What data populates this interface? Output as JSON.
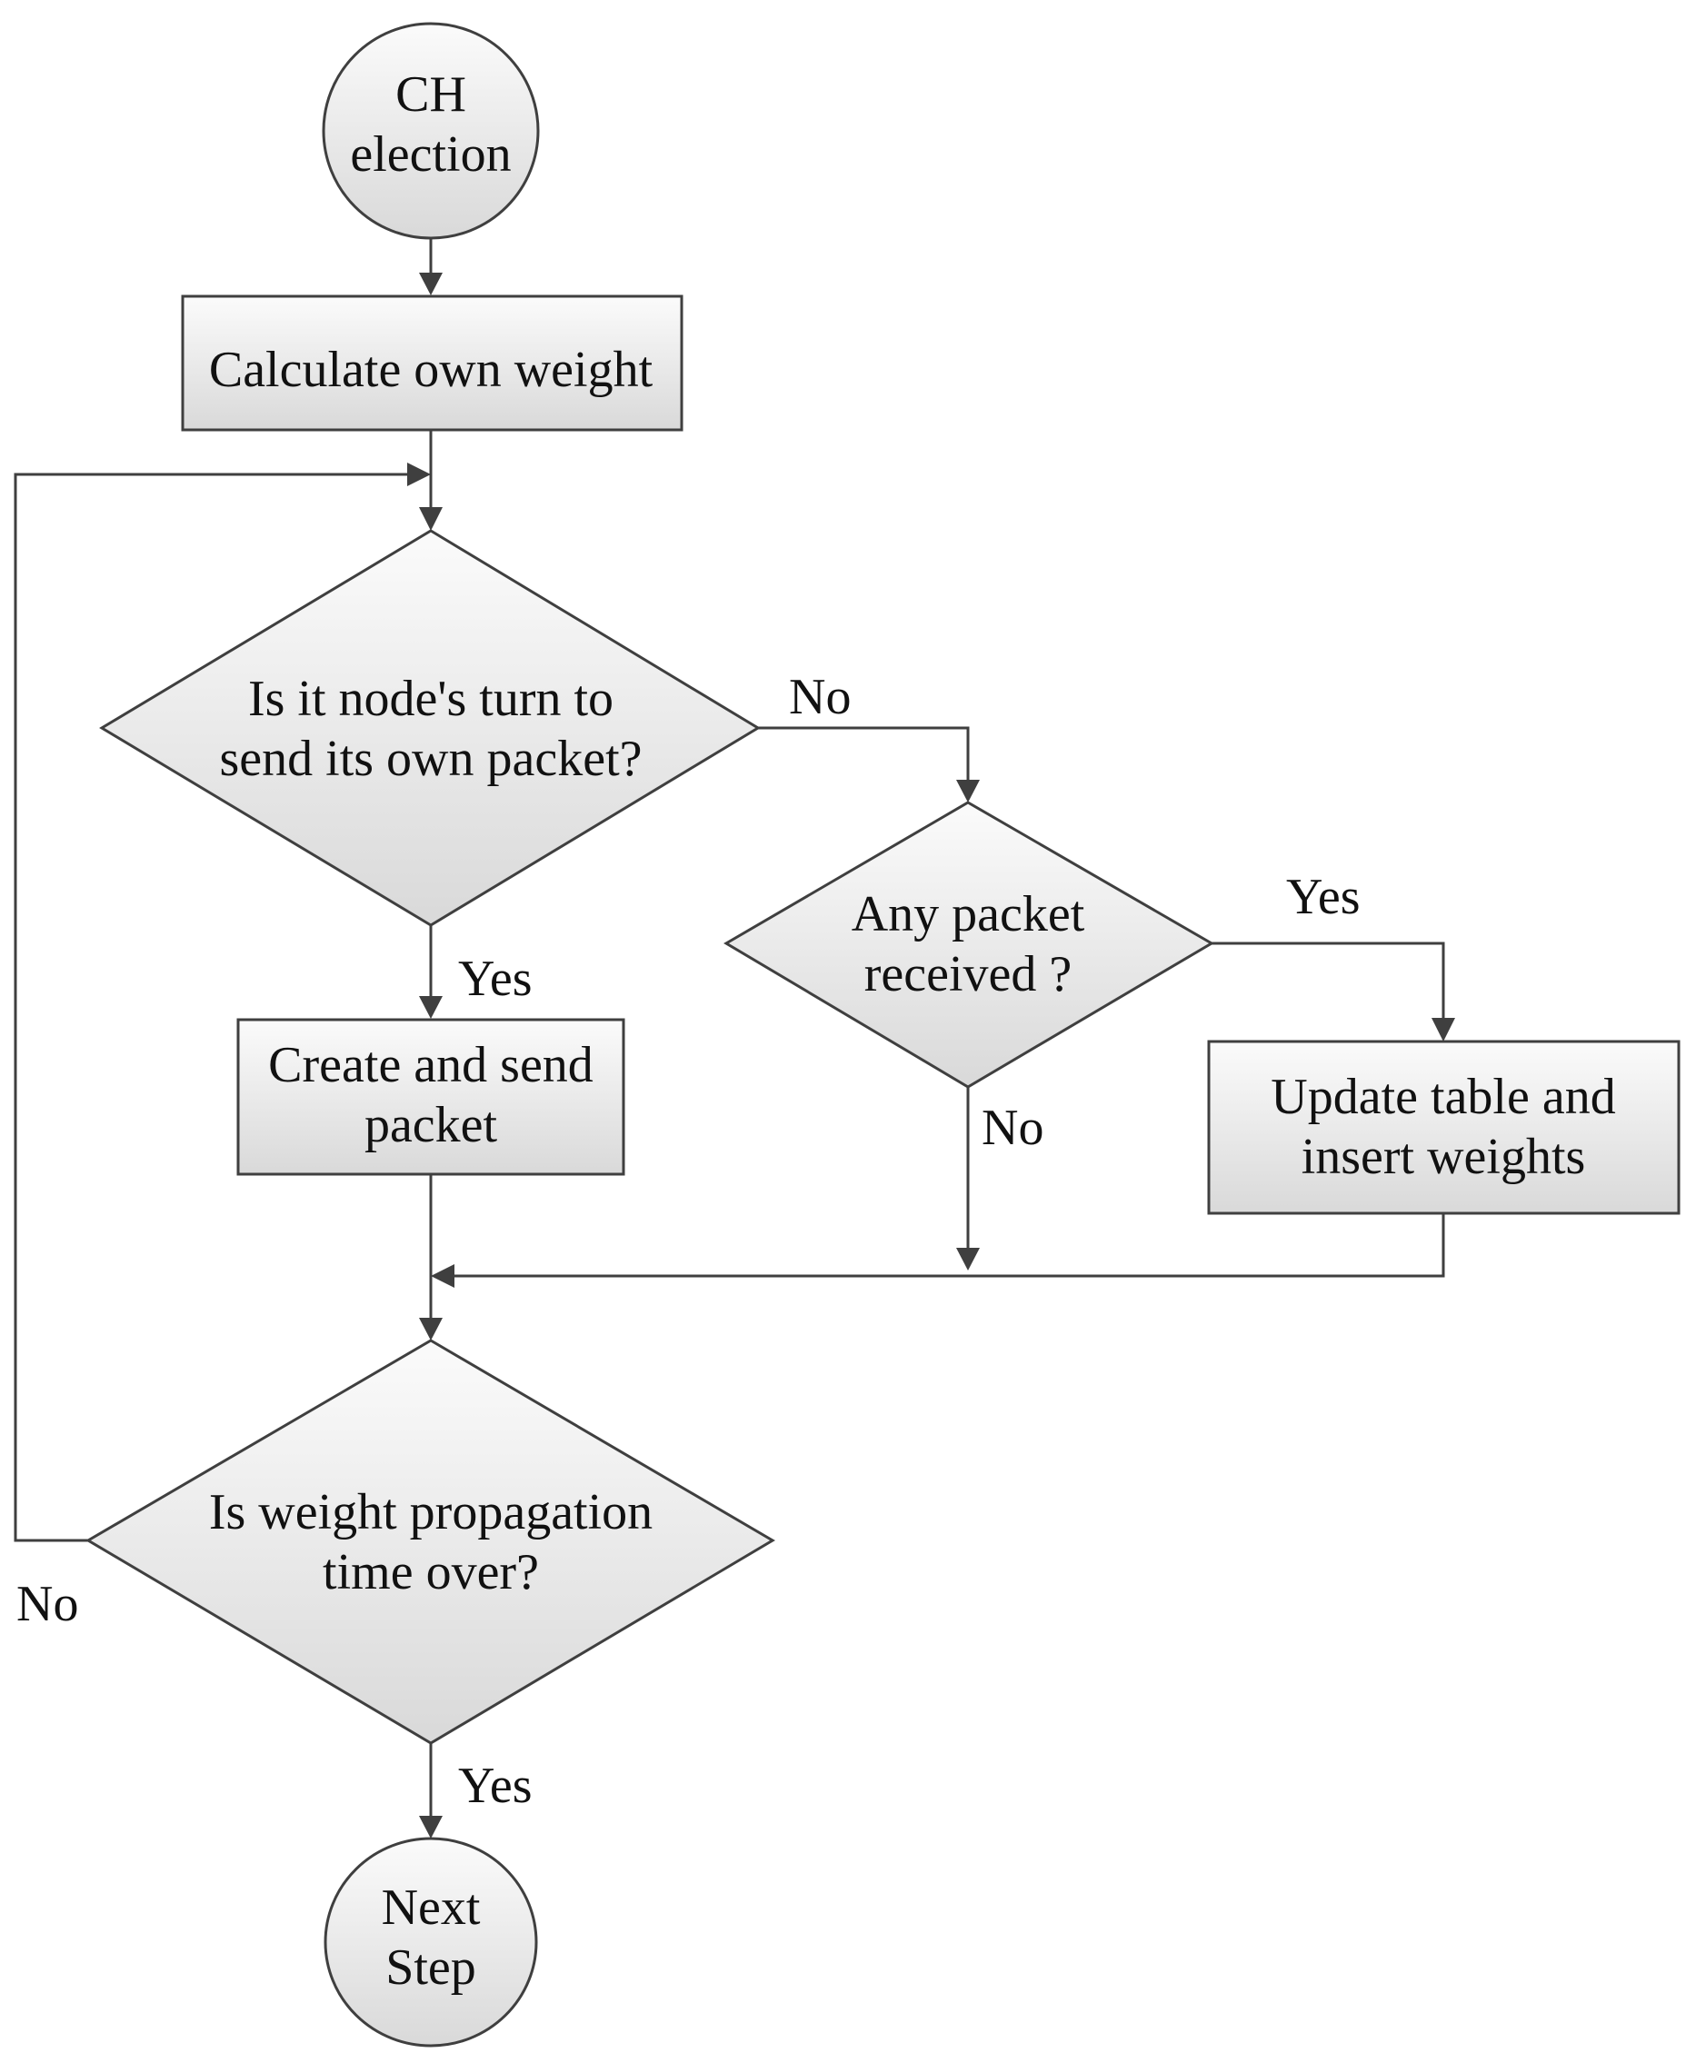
{
  "nodes": {
    "start": {
      "line1": "CH",
      "line2": "election"
    },
    "calc_weight": {
      "label": "Calculate own weight"
    },
    "turn_decision": {
      "line1": "Is it node's turn to",
      "line2": "send its own packet?"
    },
    "create_send": {
      "line1": "Create and send",
      "line2": "packet"
    },
    "received_decision": {
      "line1": "Any packet",
      "line2": "received ?"
    },
    "update_table": {
      "line1": "Update table and",
      "line2": "insert weights"
    },
    "time_decision": {
      "line1": "Is weight propagation",
      "line2": "time over?"
    },
    "end": {
      "line1": "Next",
      "line2": "Step"
    }
  },
  "edge_labels": {
    "turn_no": "No",
    "turn_yes": "Yes",
    "received_yes": "Yes",
    "received_no": "No",
    "time_no": "No",
    "time_yes": "Yes"
  }
}
